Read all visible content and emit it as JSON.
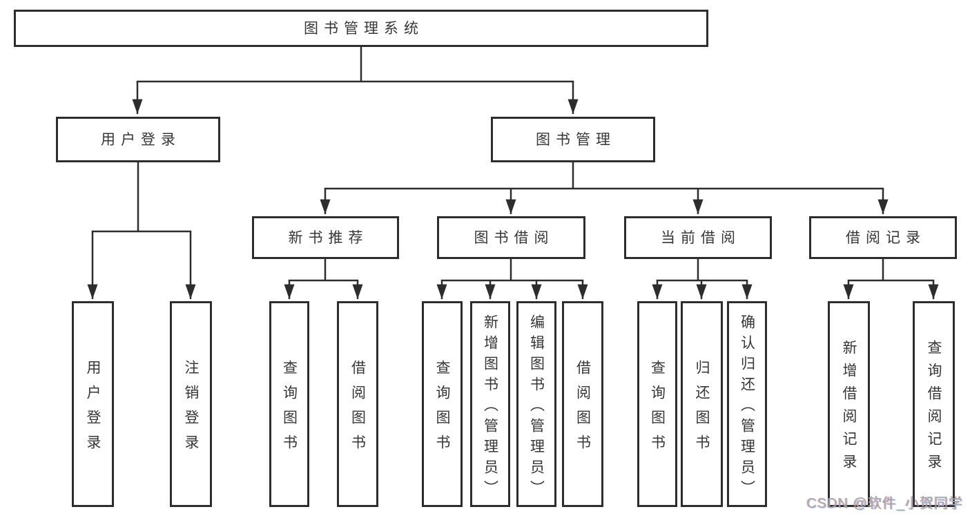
{
  "diagram": {
    "type": "function-decomposition-tree",
    "watermark": "CSDN @软件_小贺同学",
    "colors": {
      "line": "#2d2d2d",
      "box_border": "#2d2d2d",
      "box_background": "#ffffff",
      "text": "#363636",
      "watermark_text": "#a8a8a8"
    },
    "tree": {
      "label": "图书管理系统",
      "children": [
        {
          "label": "用户登录",
          "children": [
            {
              "label": "用户登录"
            },
            {
              "label": "注销登录"
            }
          ]
        },
        {
          "label": "图书管理",
          "children": [
            {
              "label": "新书推荐",
              "children": [
                {
                  "label": "查询图书"
                },
                {
                  "label": "借阅图书"
                }
              ]
            },
            {
              "label": "图书借阅",
              "children": [
                {
                  "label": "查询图书"
                },
                {
                  "label": "新增图书（管理员）"
                },
                {
                  "label": "编辑图书（管理员）"
                },
                {
                  "label": "借阅图书"
                }
              ]
            },
            {
              "label": "当前借阅",
              "children": [
                {
                  "label": "查询图书"
                },
                {
                  "label": "归还图书"
                },
                {
                  "label": "确认归还（管理员）"
                }
              ]
            },
            {
              "label": "借阅记录",
              "children": [
                {
                  "label": "新增借阅记录"
                },
                {
                  "label": "查询借阅记录"
                }
              ]
            }
          ]
        }
      ]
    }
  }
}
